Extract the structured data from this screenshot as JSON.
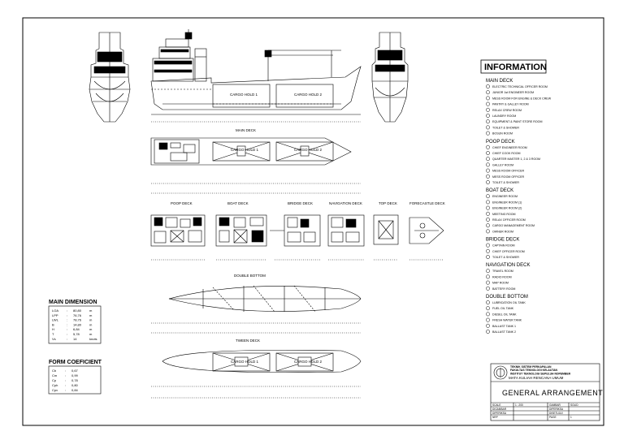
{
  "title_block": {
    "institution_lines": [
      "TEKNIK SISTEM PERKAPALAN",
      "FAKULTAS TEKNOLOGI KELAUTAN",
      "INSTITUT TEKNOLOGI SEPULUH NOPEMBER"
    ],
    "project": "MATA KULIAH RENCANA UMUM",
    "drawing_title": "GENERAL ARRANGEMENT",
    "rows": [
      [
        "SCALE",
        "1 : 200",
        "GAMBAR",
        "SOLID"
      ],
      [
        "DIGAMBAR",
        "",
        "DIPERIKSA",
        ""
      ],
      [
        "DIPERIKSA",
        "",
        "DISETUJUI",
        ""
      ],
      [
        "NRP",
        "",
        "PAGE",
        "1"
      ]
    ]
  },
  "information": {
    "heading": "INFORMATION",
    "sections": [
      {
        "title": "MAIN DECK",
        "items": [
          "ELECTRIC TECHNICAL OFFICER ROOM",
          "JUNIOR 1st ENGINEER ROOM",
          "MESS ROOM FOR ENGINE & DECK CREW",
          "PANTRY & GALLEY ROOM",
          "RELAX CREW ROOM",
          "LAUNDRY ROOM",
          "EQUIPMENT & PAINT STORE ROOM",
          "TOILET & SHOWER",
          "BOSUN ROOM"
        ]
      },
      {
        "title": "POOP DECK",
        "items": [
          "CHIEF ENGINEER ROOM",
          "CHIEF COOK ROOM",
          "QUARTER MASTER 1, 2 & 3 ROOM",
          "GALLEY ROOM",
          "MESS ROOM OFFICER",
          "MESS ROOM OFFICER",
          "TOILET & SHOWER"
        ]
      },
      {
        "title": "BOAT DECK",
        "items": [
          "ENGINEER ROOM",
          "ENGINEER ROOM (1)",
          "ENGINEER ROOM (2)",
          "MEETING ROOM",
          "RELAX OFFICER ROOM",
          "CARGO MANAGEMENT ROOM",
          "OWNER ROOM"
        ]
      },
      {
        "title": "BRIDGE DECK",
        "items": [
          "CAPTAIN ROOM",
          "CHIEF OFFICER ROOM",
          "TOILET & SHOWER"
        ]
      },
      {
        "title": "NAVIGATION DECK",
        "items": [
          "TRAVEL ROOM",
          "RADIO ROOM",
          "MAP ROOM",
          "BATTERY ROOM"
        ]
      },
      {
        "title": "DOUBLE BOTTOM",
        "items": [
          "LUBRICATION OIL TANK",
          "FUEL OIL TANK",
          "DIESEL OIL TANK",
          "FRESH WATER TANK",
          "BALLAST TANK 1",
          "BALLAST TANK 2"
        ]
      }
    ]
  },
  "main_dimension": {
    "heading": "MAIN DIMENSION",
    "rows": [
      [
        "LOA",
        ":",
        "80,80",
        "m"
      ],
      [
        "LPP",
        ":",
        "76,76",
        "m"
      ],
      [
        "LWL",
        ":",
        "78,76",
        "m"
      ],
      [
        "B",
        ":",
        "14,80",
        "m"
      ],
      [
        "H",
        ":",
        "6,84",
        "m"
      ],
      [
        "T",
        ":",
        "5,78",
        "m"
      ],
      [
        "Vs",
        ":",
        "14",
        "knots"
      ]
    ]
  },
  "form_coefficient": {
    "heading": "FORM COEFICIENT",
    "rows": [
      [
        "Cb",
        ":",
        "0,67"
      ],
      [
        "Cm",
        ":",
        "0,99"
      ],
      [
        "Cp",
        ":",
        "0,78"
      ],
      [
        "Cph",
        ":",
        "0,80"
      ],
      [
        "Cpv",
        ":",
        "0,84"
      ]
    ]
  },
  "views": {
    "main_deck": "MAIN DECK",
    "double_bottom": "DOUBLE BOTTOM",
    "tweenn_deck": "TWEEN DECK",
    "poop_deck": "POOP DECK",
    "boat_deck": "BOAT DECK",
    "bridge_deck": "BRIDGE DECK",
    "navigation_deck": "NAVIGATION DECK",
    "top_deck": "TOP DECK",
    "forecastle_deck": "FORECASTLE DECK",
    "cargo_label": "CARGO HOLD 1",
    "cargo_label2": "CARGO HOLD 2"
  }
}
